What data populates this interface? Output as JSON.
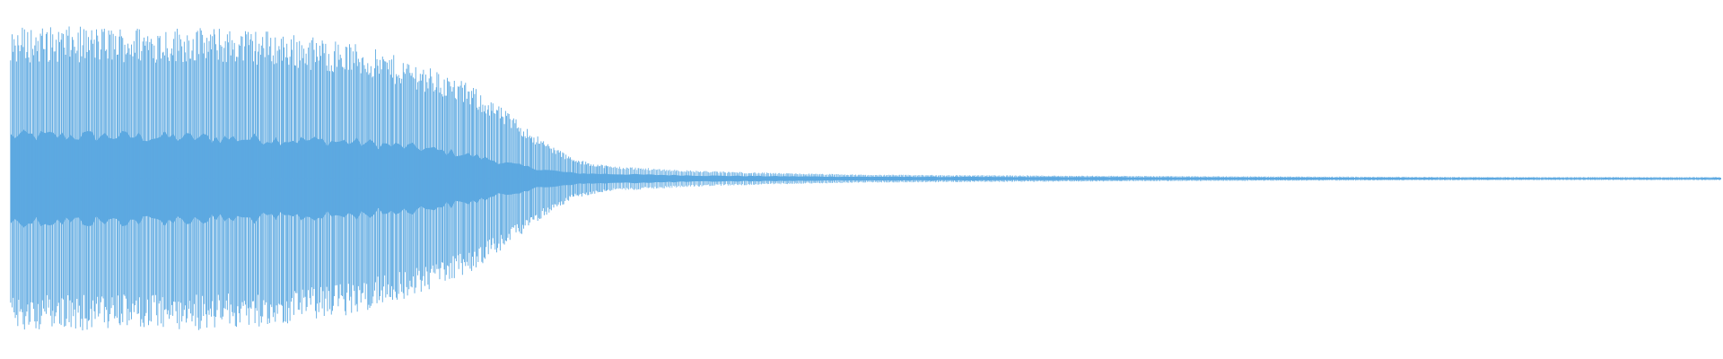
{
  "chart_data": {
    "type": "line",
    "title": "",
    "xlabel": "",
    "ylabel": "",
    "grid": false,
    "legend": "none",
    "ylim": [
      -1,
      1
    ],
    "series": [
      {
        "color": "#5DA9E1",
        "envelope_x": [
          0.0,
          0.05,
          0.1,
          0.15,
          0.2,
          0.24,
          0.27,
          0.29,
          0.31,
          0.33,
          0.35,
          0.4,
          0.45,
          0.5,
          0.6,
          0.7,
          0.8,
          0.9,
          1.0
        ],
        "envelope_amplitude": [
          0.95,
          0.95,
          0.95,
          0.93,
          0.85,
          0.72,
          0.58,
          0.42,
          0.25,
          0.12,
          0.08,
          0.05,
          0.035,
          0.025,
          0.02,
          0.015,
          0.012,
          0.01,
          0.01
        ],
        "core_amplitude": [
          0.28,
          0.28,
          0.27,
          0.26,
          0.24,
          0.2,
          0.15,
          0.1,
          0.06,
          0.035,
          0.03,
          0.02,
          0.015,
          0.012,
          0.01,
          0.008,
          0.006,
          0.005,
          0.005
        ]
      }
    ]
  }
}
